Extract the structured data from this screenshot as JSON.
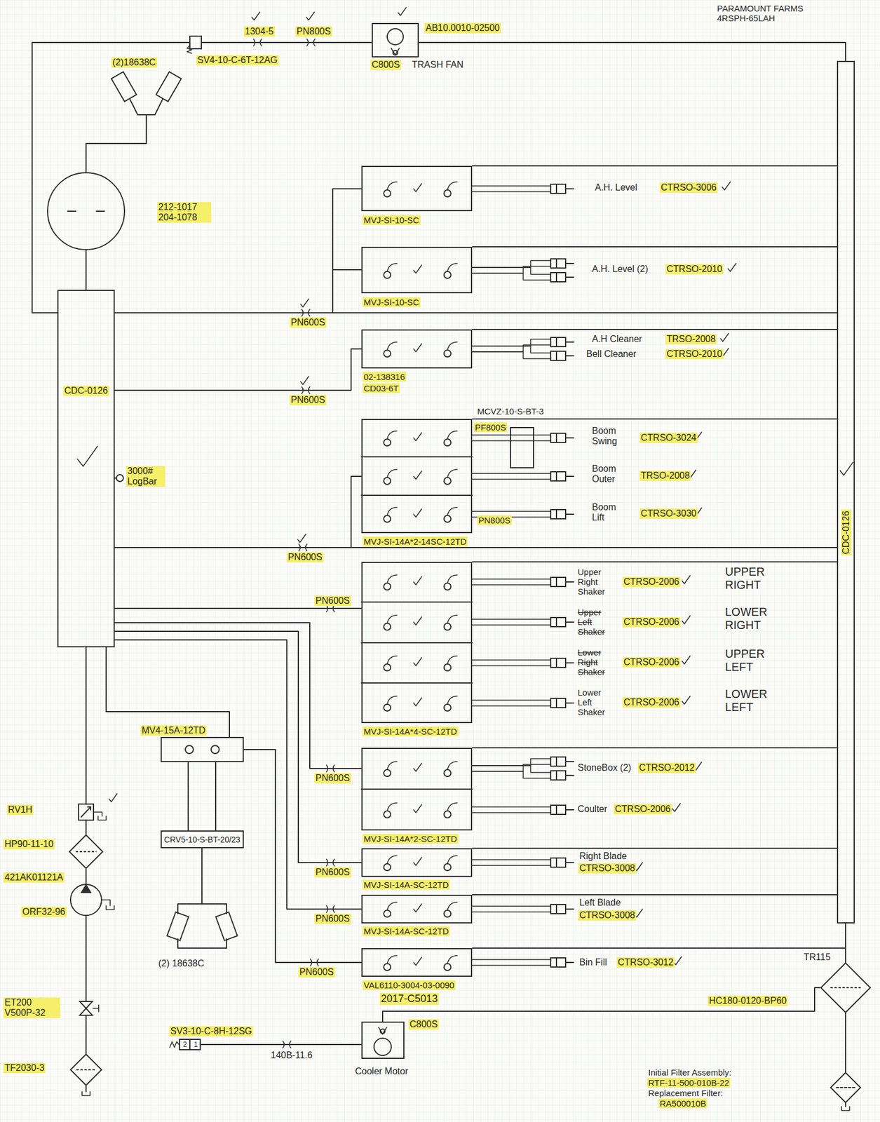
{
  "diagram": {
    "title": "PARAMOUNT FARMS 4RSPH-65LAH",
    "nodes": [
      {
        "text": [
          "SV4-10-C-6T-12AG"
        ]
      },
      {
        "text": [
          "AB10.0010-02500"
        ]
      },
      {
        "text": [
          "(2)18638C"
        ]
      },
      {
        "text": [
          "212-1017 204-1078"
        ]
      },
      {
        "text": [
          "CDC-0126"
        ]
      },
      {
        "text": [
          "CDC-0126"
        ]
      },
      {
        "text": [
          "MVJ-SI-10-SC"
        ]
      },
      {
        "text": [
          "MVJ-SI-10-SC"
        ]
      },
      {
        "text": [
          "02-138316",
          "CD03-6T"
        ]
      },
      {
        "text": [
          "MVJ-SI-14A*2-14SC-12TD"
        ]
      },
      {
        "text": [
          "MVJ-SI-14A*4-SC-12TD"
        ]
      },
      {
        "text": [
          "MVJ-SI-14A*2-SC-12TD"
        ]
      },
      {
        "text": [
          "MVJ-SI-14A-SC-12TD"
        ]
      },
      {
        "text": [
          "MVJ-SI-14A-SC-12TD"
        ]
      },
      {
        "text": [
          "VAL6110-3004-03-0090",
          "2017-C5013"
        ]
      },
      {
        "text": [
          "MV4-15A-12TD"
        ]
      },
      {
        "text": [
          "CRV5-10-S-BT-20/23"
        ]
      },
      {
        "text": [
          "(2) 18638C"
        ]
      },
      {
        "text": [
          "SV3-10-C-8H-12SG",
          "2",
          "1"
        ]
      },
      {
        "text": [
          "Cooler Motor"
        ]
      },
      {
        "text": [
          "RV1H"
        ]
      },
      {
        "text": [
          "HP90-11-10"
        ]
      },
      {
        "text": [
          "421AK01121A",
          "ORF32-96"
        ]
      },
      {
        "text": [
          "ET200 V500P-32"
        ]
      },
      {
        "text": [
          "TF2030-3"
        ]
      },
      {
        "text": [
          "TR115",
          "HC180-0120-BP60"
        ]
      }
    ],
    "edges": [
      {
        "from": 4,
        "to": 0,
        "arrow": "none"
      },
      {
        "from": 0,
        "to": 1,
        "arrow": "none"
      },
      {
        "from": 1,
        "to": 5,
        "arrow": "none"
      },
      {
        "from": 4,
        "to": 3,
        "arrow": "none"
      },
      {
        "from": 3,
        "to": 2,
        "arrow": "none"
      },
      {
        "from": 4,
        "to": 6,
        "arrow": "none"
      },
      {
        "from": 4,
        "to": 7,
        "arrow": "none"
      },
      {
        "from": 4,
        "to": 8,
        "arrow": "none"
      },
      {
        "from": 4,
        "to": 9,
        "arrow": "none"
      },
      {
        "from": 4,
        "to": 10,
        "arrow": "none"
      },
      {
        "from": 4,
        "to": 11,
        "arrow": "none"
      },
      {
        "from": 4,
        "to": 12,
        "arrow": "none"
      },
      {
        "from": 4,
        "to": 13,
        "arrow": "none"
      },
      {
        "from": 15,
        "to": 14,
        "arrow": "none"
      },
      {
        "from": 4,
        "to": 15,
        "arrow": "none"
      },
      {
        "from": 15,
        "to": 16,
        "arrow": "none"
      },
      {
        "from": 16,
        "to": 17,
        "arrow": "none"
      },
      {
        "from": 18,
        "to": 19,
        "arrow": "none"
      },
      {
        "from": 19,
        "to": 25,
        "arrow": "none"
      },
      {
        "from": 5,
        "to": 25,
        "arrow": "none"
      },
      {
        "from": 14,
        "to": 25,
        "arrow": "none"
      },
      {
        "from": 6,
        "to": 5,
        "arrow": "none"
      },
      {
        "from": 7,
        "to": 5,
        "arrow": "none"
      },
      {
        "from": 8,
        "to": 5,
        "arrow": "none"
      },
      {
        "from": 9,
        "to": 5,
        "arrow": "none"
      },
      {
        "from": 10,
        "to": 5,
        "arrow": "none"
      },
      {
        "from": 11,
        "to": 5,
        "arrow": "none"
      },
      {
        "from": 12,
        "to": 5,
        "arrow": "none"
      },
      {
        "from": 13,
        "to": 5,
        "arrow": "none"
      },
      {
        "from": 24,
        "to": 23,
        "arrow": "none"
      },
      {
        "from": 23,
        "to": 22,
        "arrow": "none"
      },
      {
        "from": 22,
        "to": 21,
        "arrow": "none"
      },
      {
        "from": 21,
        "to": 20,
        "arrow": "none"
      },
      {
        "from": 20,
        "to": 4,
        "arrow": "none"
      }
    ],
    "labels": [
      "1304-5",
      "PN800S",
      "C800S",
      "TRASH FAN",
      "3000# LogBar",
      "A.H. Level",
      "CTRSO-3006",
      "A.H. Level (2)",
      "CTRSO-2010",
      "A.H Cleaner",
      "TRSO-2008",
      "Bell Cleaner",
      "CTRSO-2010",
      "MCVZ-10-S-BT-3",
      "PF800S",
      "Boom Swing",
      "CTRSO-3024",
      "Boom Outer",
      "TRSO-2008",
      "Boom Lift",
      "CTRSO-3030",
      "PN800S",
      "Upper Right Shaker",
      "CTRSO-2006",
      "UPPER RIGHT",
      "Upper Left Shaker",
      "CTRSO-2006",
      "LOWER RIGHT",
      "Lower Right Shaker",
      "CTRSO-2006",
      "UPPER LEFT",
      "Lower Left Shaker",
      "CTRSO-2006",
      "LOWER LEFT",
      "StoneBox (2)",
      "CTRSO-2012",
      "Coulter",
      "CTRSO-2006",
      "Right Blade",
      "CTRSO-3008",
      "Left Blade",
      "CTRSO-3008",
      "Bin Fill",
      "CTRSO-3012",
      "PN600S",
      "PN600S",
      "PN600S",
      "PN600S",
      "PN600S",
      "PN600S",
      "PN600S",
      "PN600S",
      "C800S",
      "140B-11.6",
      "Initial Filter Assembly:",
      "RTF-11-500-010B-22",
      "Replacement Filter:",
      "RA500010B"
    ]
  }
}
